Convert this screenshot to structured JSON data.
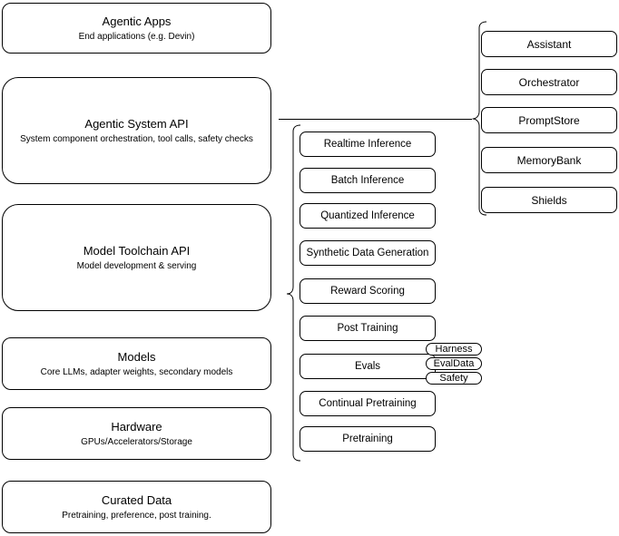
{
  "stack": [
    {
      "title": "Agentic Apps",
      "subtitle": "End applications (e.g. Devin)"
    },
    {
      "title": "Agentic System API",
      "subtitle": "System component orchestration, tool calls, safety checks"
    },
    {
      "title": "Model Toolchain API",
      "subtitle": "Model development & serving"
    },
    {
      "title": "Models",
      "subtitle": "Core LLMs, adapter weights, secondary models"
    },
    {
      "title": "Hardware",
      "subtitle": "GPUs/Accelerators/Storage"
    },
    {
      "title": "Curated Data",
      "subtitle": "Pretraining, preference, post training."
    }
  ],
  "toolchain": {
    "services": [
      "Realtime Inference",
      "Batch Inference",
      "Quantized Inference",
      "Synthetic Data Generation",
      "Reward Scoring",
      "Post Training",
      "Evals",
      "Continual Pretraining",
      "Pretraining"
    ],
    "eval_components": [
      "Harness",
      "EvalData",
      "Safety"
    ]
  },
  "system_components": [
    "Assistant",
    "Orchestrator",
    "PromptStore",
    "MemoryBank",
    "Shields"
  ],
  "colors": {
    "stroke": "#000000",
    "fill": "#ffffff",
    "canvas": "#ffffff"
  }
}
